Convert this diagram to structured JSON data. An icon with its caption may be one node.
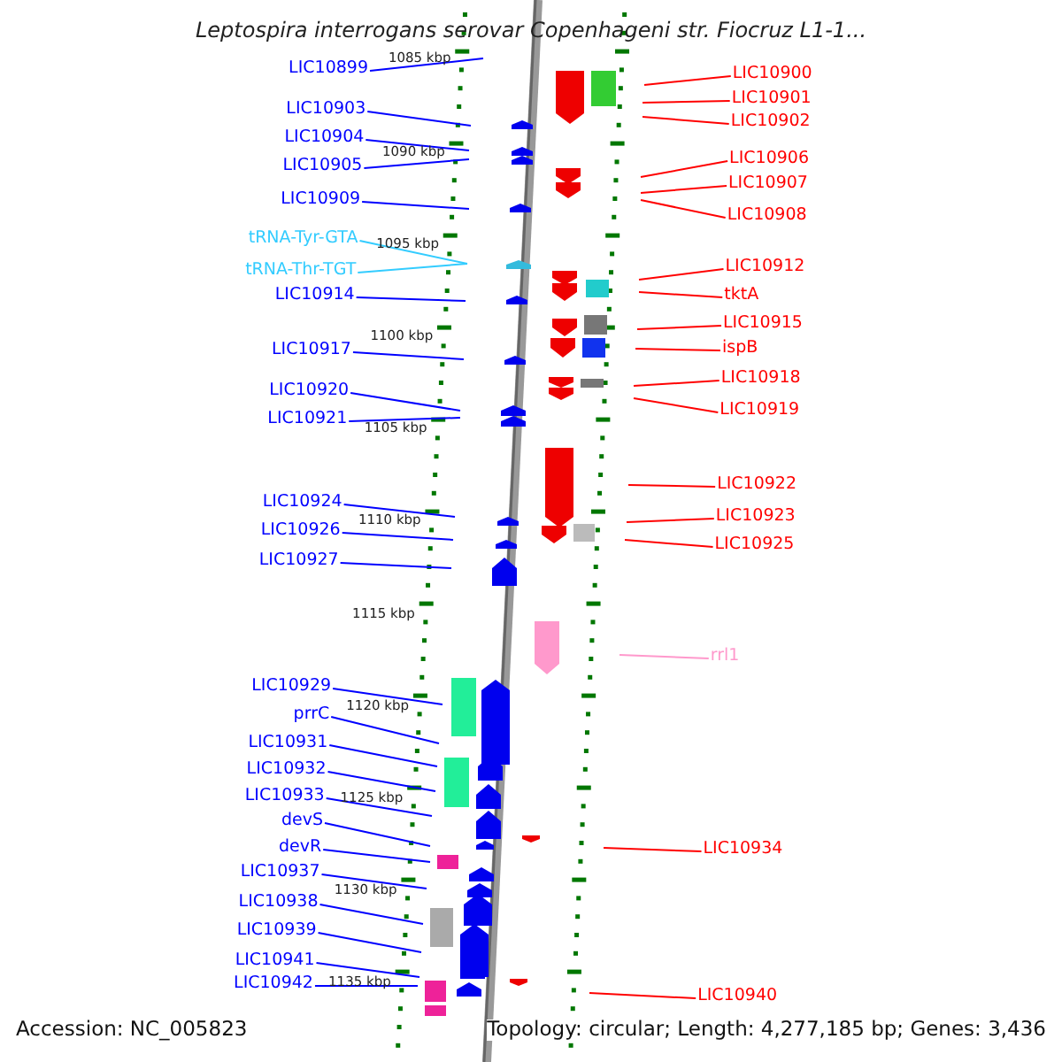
{
  "diagram": {
    "title": "Leptospira interrogans serovar Copenhageni str. Fiocruz L1-1...",
    "nodes": [
      {
        "text": [
          "LIC10899"
        ]
      },
      {
        "text": [
          "LIC10903"
        ]
      },
      {
        "text": [
          "LIC10904"
        ]
      },
      {
        "text": [
          "LIC10905"
        ]
      },
      {
        "text": [
          "LIC10909"
        ]
      },
      {
        "text": [
          "tRNA-Tyr-GTA"
        ]
      },
      {
        "text": [
          "tRNA-Thr-TGT"
        ]
      },
      {
        "text": [
          "LIC10914"
        ]
      },
      {
        "text": [
          "LIC10917"
        ]
      },
      {
        "text": [
          "LIC10920"
        ]
      },
      {
        "text": [
          "LIC10921"
        ]
      },
      {
        "text": [
          "LIC10924"
        ]
      },
      {
        "text": [
          "LIC10926"
        ]
      },
      {
        "text": [
          "LIC10927"
        ]
      },
      {
        "text": [
          "LIC10929"
        ]
      },
      {
        "text": [
          "prrC"
        ]
      },
      {
        "text": [
          "LIC10931"
        ]
      },
      {
        "text": [
          "LIC10932"
        ]
      },
      {
        "text": [
          "LIC10933"
        ]
      },
      {
        "text": [
          "devS"
        ]
      },
      {
        "text": [
          "devR"
        ]
      },
      {
        "text": [
          "LIC10937"
        ]
      },
      {
        "text": [
          "LIC10938"
        ]
      },
      {
        "text": [
          "LIC10939"
        ]
      },
      {
        "text": [
          "LIC10941"
        ]
      },
      {
        "text": [
          "LIC10942"
        ]
      },
      {
        "text": [
          "LIC10900"
        ]
      },
      {
        "text": [
          "LIC10901"
        ]
      },
      {
        "text": [
          "LIC10902"
        ]
      },
      {
        "text": [
          "LIC10906"
        ]
      },
      {
        "text": [
          "LIC10907"
        ]
      },
      {
        "text": [
          "LIC10908"
        ]
      },
      {
        "text": [
          "LIC10912"
        ]
      },
      {
        "text": [
          "tktA"
        ]
      },
      {
        "text": [
          "LIC10915"
        ]
      },
      {
        "text": [
          "ispB"
        ]
      },
      {
        "text": [
          "LIC10918"
        ]
      },
      {
        "text": [
          "LIC10919"
        ]
      },
      {
        "text": [
          "LIC10922"
        ]
      },
      {
        "text": [
          "LIC10923"
        ]
      },
      {
        "text": [
          "LIC10925"
        ]
      },
      {
        "text": [
          "rrl1"
        ]
      },
      {
        "text": [
          "LIC10934"
        ]
      },
      {
        "text": [
          "LIC10940"
        ]
      }
    ],
    "edges": [
      {
        "from": 0,
        "to": null,
        "arrow": "none"
      },
      {
        "from": 1,
        "to": null,
        "arrow": "none"
      },
      {
        "from": 2,
        "to": null,
        "arrow": "none"
      },
      {
        "from": 3,
        "to": null,
        "arrow": "none"
      },
      {
        "from": 4,
        "to": null,
        "arrow": "none"
      },
      {
        "from": 5,
        "to": null,
        "arrow": "none",
        "color": "#33ccff"
      },
      {
        "from": 6,
        "to": null,
        "arrow": "none",
        "color": "#33ccff"
      },
      {
        "from": 7,
        "to": null,
        "arrow": "none"
      },
      {
        "from": 8,
        "to": null,
        "arrow": "none"
      },
      {
        "from": 9,
        "to": null,
        "arrow": "none"
      },
      {
        "from": 10,
        "to": null,
        "arrow": "none"
      },
      {
        "from": 11,
        "to": null,
        "arrow": "none"
      },
      {
        "from": 12,
        "to": null,
        "arrow": "none"
      },
      {
        "from": 13,
        "to": null,
        "arrow": "none"
      },
      {
        "from": 14,
        "to": null,
        "arrow": "none"
      },
      {
        "from": 15,
        "to": null,
        "arrow": "none"
      },
      {
        "from": 16,
        "to": null,
        "arrow": "none"
      },
      {
        "from": 17,
        "to": null,
        "arrow": "none"
      },
      {
        "from": 18,
        "to": null,
        "arrow": "none"
      },
      {
        "from": 19,
        "to": null,
        "arrow": "none"
      },
      {
        "from": 20,
        "to": null,
        "arrow": "none"
      },
      {
        "from": 21,
        "to": null,
        "arrow": "none"
      },
      {
        "from": 22,
        "to": null,
        "arrow": "none"
      },
      {
        "from": 23,
        "to": null,
        "arrow": "none"
      },
      {
        "from": 24,
        "to": null,
        "arrow": "none"
      },
      {
        "from": 25,
        "to": null,
        "arrow": "none"
      },
      {
        "from": 26,
        "to": null,
        "arrow": "none",
        "color": "#ff0000"
      },
      {
        "from": 27,
        "to": null,
        "arrow": "none",
        "color": "#ff0000"
      },
      {
        "from": 28,
        "to": null,
        "arrow": "none",
        "color": "#ff0000"
      },
      {
        "from": 29,
        "to": null,
        "arrow": "none",
        "color": "#ff0000"
      },
      {
        "from": 30,
        "to": null,
        "arrow": "none",
        "color": "#ff0000"
      },
      {
        "from": 31,
        "to": null,
        "arrow": "none",
        "color": "#ff0000"
      },
      {
        "from": 32,
        "to": null,
        "arrow": "none",
        "color": "#ff0000"
      },
      {
        "from": 33,
        "to": null,
        "arrow": "none",
        "color": "#ff0000"
      },
      {
        "from": 34,
        "to": null,
        "arrow": "none",
        "color": "#ff0000"
      },
      {
        "from": 35,
        "to": null,
        "arrow": "none",
        "color": "#ff0000"
      },
      {
        "from": 36,
        "to": null,
        "arrow": "none",
        "color": "#ff0000"
      },
      {
        "from": 37,
        "to": null,
        "arrow": "none",
        "color": "#ff0000"
      },
      {
        "from": 38,
        "to": null,
        "arrow": "none",
        "color": "#ff0000"
      },
      {
        "from": 39,
        "to": null,
        "arrow": "none",
        "color": "#ff0000"
      },
      {
        "from": 40,
        "to": null,
        "arrow": "none",
        "color": "#ff0000"
      },
      {
        "from": 41,
        "to": null,
        "arrow": "none",
        "color": "#ff99cc"
      },
      {
        "from": 42,
        "to": null,
        "arrow": "none",
        "color": "#ff0000"
      },
      {
        "from": 43,
        "to": null,
        "arrow": "none",
        "color": "#ff0000"
      }
    ],
    "labels": [
      "1085 kbp",
      "1090 kbp",
      "1095 kbp",
      "1100 kbp",
      "1105 kbp",
      "1110 kbp",
      "1115 kbp",
      "1120 kbp",
      "1125 kbp",
      "1130 kbp",
      "1135 kbp",
      "Accession: NC_005823",
      "Topology: circular; Length: 4,277,185 bp; Genes: 3,436"
    ]
  }
}
